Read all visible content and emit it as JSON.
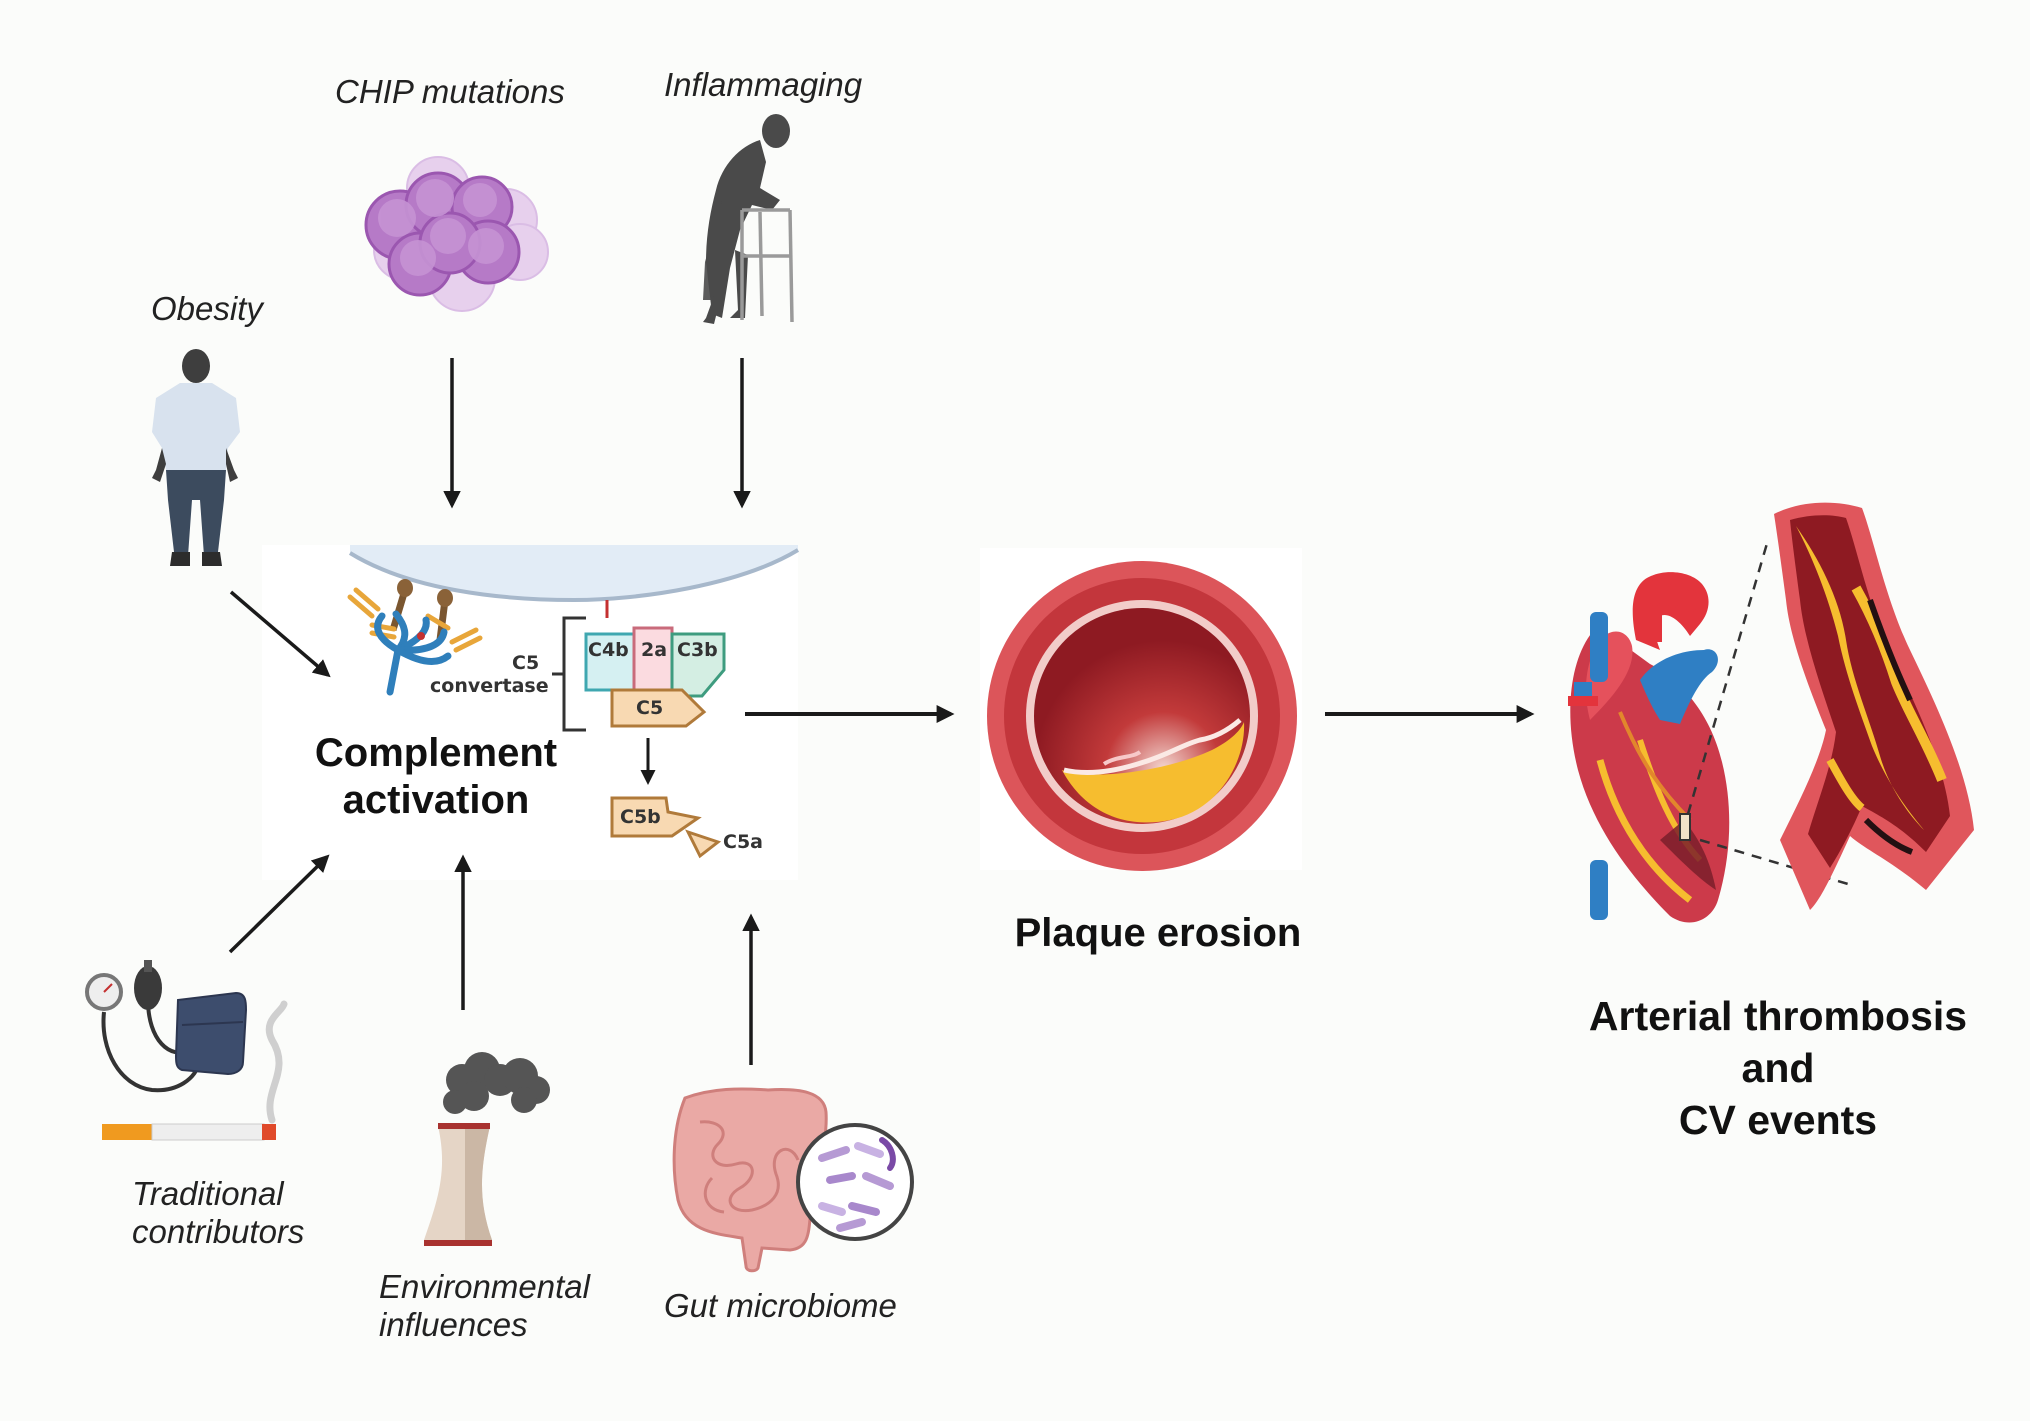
{
  "factors": {
    "chip": "CHIP mutations",
    "inflammaging": "Inflammaging",
    "obesity": "Obesity",
    "traditional_1": "Traditional",
    "traditional_2": "contributors",
    "environmental_1": "Environmental",
    "environmental_2": "influences",
    "gut": "Gut microbiome"
  },
  "complement": {
    "title_1": "Complement",
    "title_2": "activation",
    "c5_label": "C5",
    "convertase_label": "convertase",
    "c4b": "C4b",
    "c2a": "2a",
    "c3b": "C3b",
    "c5": "C5",
    "c5b": "C5b",
    "c5a": "C5a"
  },
  "plaque": {
    "title": "Plaque erosion"
  },
  "outcome": {
    "line_1": "Arterial thrombosis",
    "line_2": "and",
    "line_3": "CV events"
  },
  "colors": {
    "arrow": "#1a1a1a",
    "cell_purple": "#b57cc5",
    "vessel_red": "#d9464a",
    "plaque_yellow": "#f6bd2f",
    "artery_red": "#e0343a",
    "vein_blue": "#2f7fc4"
  }
}
